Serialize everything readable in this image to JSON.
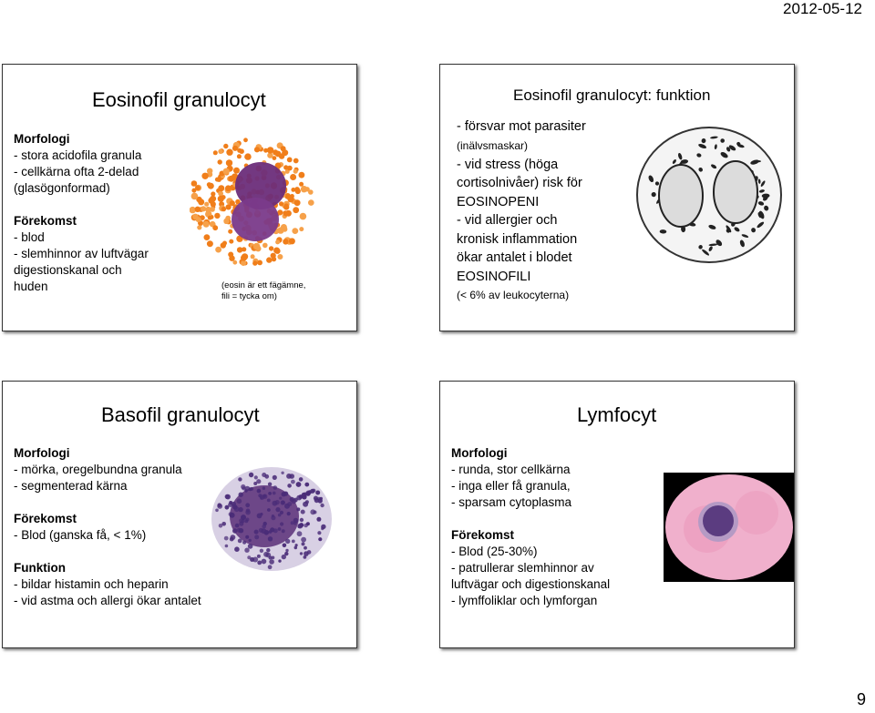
{
  "header": {
    "date": "2012-05-12"
  },
  "footer": {
    "page": "9"
  },
  "colors": {
    "eosinophil_granules": "#f07e1a",
    "nucleus_purple": "#6b2d7a",
    "basophil_granules": "#4a2c78",
    "lymph_background": "#f0b0cc"
  },
  "slide1": {
    "title": "Eosinofil granulocyt",
    "lines": [
      {
        "text": "Morfologi",
        "bold": true
      },
      {
        "text": "-  stora acidofila granula"
      },
      {
        "text": "-  cellkärna ofta 2-delad"
      },
      {
        "text": "  (glasögonformad)"
      },
      {
        "text": " ",
        "gap": true
      },
      {
        "text": "Förekomst",
        "bold": true
      },
      {
        "text": "- blod"
      },
      {
        "text": "- slemhinnor av luftvägar"
      },
      {
        "text": "    digestionskanal och"
      },
      {
        "text": "    huden"
      }
    ],
    "caption": [
      "(eosin är ett fägämne,",
      "fili = tycka om)"
    ]
  },
  "slide2": {
    "title": "Eosinofil granulocyt: funktion",
    "lines": [
      {
        "text": "-  försvar mot parasiter"
      },
      {
        "text": "       (inälvsmaskar)",
        "small": true
      },
      {
        "text": "-  vid stress (höga"
      },
      {
        "text": "   cortisolnivåer) risk för"
      },
      {
        "text": "   EOSINOPENI"
      },
      {
        "text": "-  vid allergier och"
      },
      {
        "text": "   kronisk inflammation"
      },
      {
        "text": "   ökar antalet i blodet"
      },
      {
        "text": "   EOSINOFILI"
      },
      {
        "text": "   (< 6% av leukocyterna)",
        "small": true
      }
    ]
  },
  "slide3": {
    "title": "Basofil granulocyt",
    "lines": [
      {
        "text": "Morfologi",
        "bold": true
      },
      {
        "text": "-   mörka, oregelbundna granula"
      },
      {
        "text": "-   segmenterad kärna"
      },
      {
        "text": " ",
        "gap": true
      },
      {
        "text": "Förekomst",
        "bold": true
      },
      {
        "text": "-   Blod (ganska få, < 1%)"
      },
      {
        "text": " ",
        "gap": true
      },
      {
        "text": "Funktion",
        "bold": true
      },
      {
        "text": "- bildar histamin och heparin"
      },
      {
        "text": "- vid astma och allergi ökar antalet"
      }
    ]
  },
  "slide4": {
    "title": "Lymfocyt",
    "lines": [
      {
        "text": "Morfologi",
        "bold": true
      },
      {
        "text": "-   runda, stor cellkärna"
      },
      {
        "text": "-   inga eller få granula,"
      },
      {
        "text": "-   sparsam cytoplasma"
      },
      {
        "text": " ",
        "gap": true
      },
      {
        "text": "Förekomst",
        "bold": true
      },
      {
        "text": "- Blod (25-30%)"
      },
      {
        "text": "-   patrullerar slemhinnor av"
      },
      {
        "text": "    luftvägar och digestionskanal"
      },
      {
        "text": "-   lymffoliklar och lymforgan"
      }
    ]
  }
}
